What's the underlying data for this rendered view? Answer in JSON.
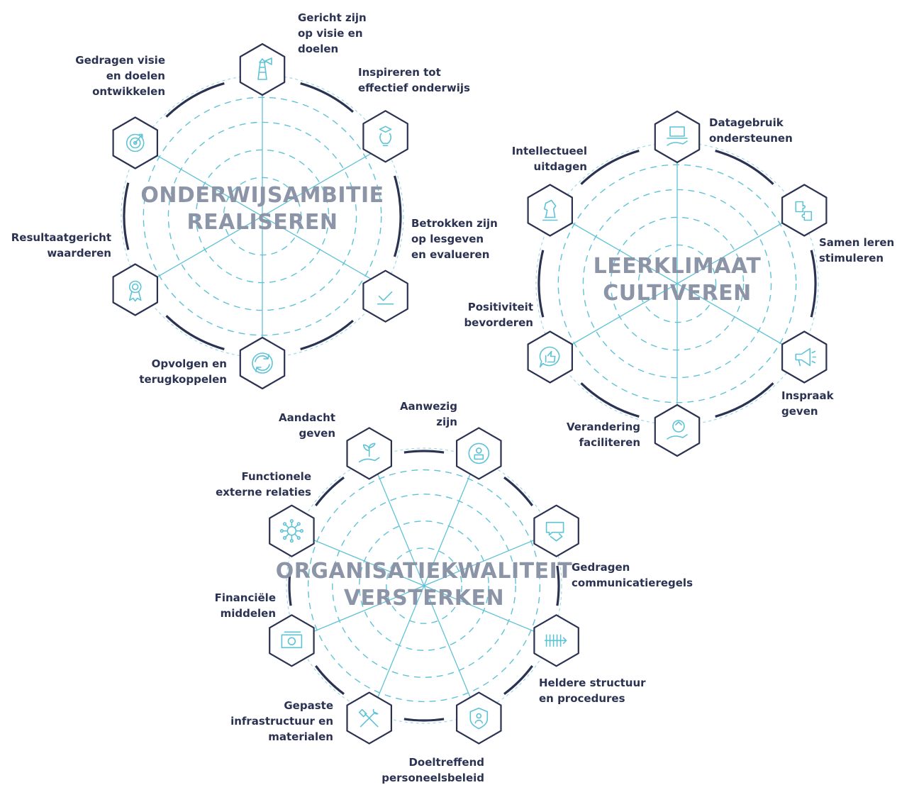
{
  "colors": {
    "navy": "#2b3252",
    "cyan": "#5fc3d6",
    "title_gray": "#8c94a8"
  },
  "wheels": [
    {
      "id": "onderwijsambitie",
      "title_lines": [
        "ONDERWIJSAMBITIE",
        "REALISEREN"
      ],
      "segments": [
        {
          "icon": "lighthouse-icon",
          "label_lines": [
            "Gericht zijn",
            "op visie en",
            "doelen"
          ]
        },
        {
          "icon": "lightbulb-graduation-icon",
          "label_lines": [
            "Inspireren tot",
            "effectief onderwijs"
          ]
        },
        {
          "icon": "checkmark-icon",
          "label_lines": [
            "Betrokken zijn",
            "op lesgeven",
            "en evalueren"
          ]
        },
        {
          "icon": "recycle-arrows-icon",
          "label_lines": [
            "Opvolgen en",
            "terugkoppelen"
          ]
        },
        {
          "icon": "award-rosette-icon",
          "label_lines": [
            "Resultaatgericht",
            "waarderen"
          ]
        },
        {
          "icon": "target-icon",
          "label_lines": [
            "Gedragen visie",
            "en doelen",
            "ontwikkelen"
          ]
        }
      ]
    },
    {
      "id": "leerklimaat",
      "title_lines": [
        "LEERKLIMAAT",
        "CULTIVEREN"
      ],
      "segments": [
        {
          "icon": "laptop-hand-icon",
          "label_lines": [
            "Datagebruik",
            "ondersteunen"
          ]
        },
        {
          "icon": "puzzle-pieces-icon",
          "label_lines": [
            "Samen leren",
            "stimuleren"
          ]
        },
        {
          "icon": "megaphone-icon",
          "label_lines": [
            "Inspraak",
            "geven"
          ]
        },
        {
          "icon": "hand-cycle-icon",
          "label_lines": [
            "Verandering",
            "faciliteren"
          ]
        },
        {
          "icon": "thumbs-up-bubble-icon",
          "label_lines": [
            "Positiviteit",
            "bevorderen"
          ]
        },
        {
          "icon": "chess-knight-icon",
          "label_lines": [
            "Intellectueel",
            "uitdagen"
          ]
        }
      ]
    },
    {
      "id": "organisatiekwaliteit",
      "title_lines": [
        "ORGANISATIEKWALITEIT",
        "VERSTERKEN"
      ],
      "segments": [
        {
          "icon": "person-badge-icon",
          "label_lines": [
            "Aanwezig",
            "zijn"
          ]
        },
        {
          "icon": "speech-bubbles-handshake-icon",
          "label_lines": [
            "Gedragen",
            "communicatieregels"
          ]
        },
        {
          "icon": "process-arrow-icon",
          "label_lines": [
            "Heldere structuur",
            "en procedures"
          ]
        },
        {
          "icon": "shield-person-icon",
          "label_lines": [
            "Doeltreffend",
            "personeelsbeleid"
          ]
        },
        {
          "icon": "tools-wrench-hammer-icon",
          "label_lines": [
            "Gepaste",
            "infrastructuur en",
            "materialen"
          ]
        },
        {
          "icon": "euro-banknote-icon",
          "label_lines": [
            "Financiële",
            "middelen"
          ]
        },
        {
          "icon": "network-nodes-icon",
          "label_lines": [
            "Functionele",
            "externe relaties"
          ]
        },
        {
          "icon": "plant-hand-icon",
          "label_lines": [
            "Aandacht",
            "geven"
          ]
        }
      ]
    }
  ]
}
